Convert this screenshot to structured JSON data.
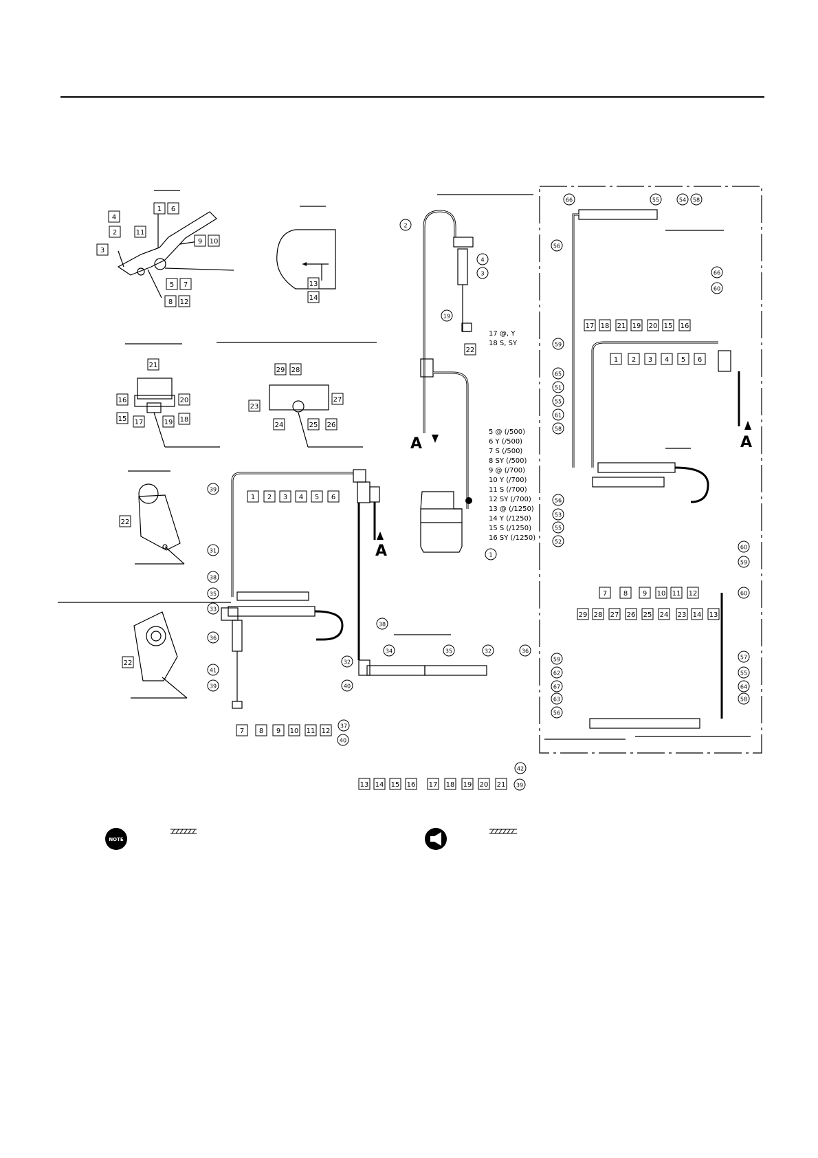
{
  "colors": {
    "ink": "#000000",
    "paper": "#ffffff"
  },
  "labels": {
    "arrow_a": "A",
    "table": [
      "17 @, Y",
      "18 S, SY",
      "5 @ (/500)",
      "6 Y (/500)",
      "7 S (/500)",
      "8 SY (/500)",
      "9 @ (/700)",
      "10 Y (/700)",
      "11 S (/700)",
      "12 SY (/700)",
      "13 @ (/1250)",
      "14 Y (/1250)",
      "15 S (/1250)",
      "16 SY (/1250)"
    ]
  },
  "legend": {
    "note_badge": "NOTE",
    "note_icon": "note-icon",
    "caution_icon": "horn-icon"
  },
  "boxed_numbers": {
    "detail_a": [
      "1",
      "6",
      "4",
      "2",
      "11",
      "9",
      "10",
      "3",
      "5",
      "7",
      "8",
      "12"
    ],
    "detail_b": [
      "13",
      "14"
    ],
    "detail_c": [
      "21",
      "16",
      "20",
      "15",
      "17",
      "19",
      "18"
    ],
    "detail_d": [
      "29",
      "28",
      "23",
      "27",
      "24",
      "25",
      "26"
    ],
    "detail_e": [
      "22"
    ],
    "detail_f": [
      "22"
    ],
    "main_left_top": [
      "1",
      "2",
      "3",
      "4",
      "5",
      "6"
    ],
    "main_left_bottom": [
      "7",
      "8",
      "9",
      "10",
      "11",
      "12"
    ],
    "main_mid_bottom": [
      "13",
      "14",
      "15",
      "16",
      "17",
      "18",
      "19",
      "20",
      "21"
    ],
    "right_top_row": [
      "17",
      "18",
      "21",
      "19",
      "20",
      "15",
      "16"
    ],
    "right_mid_row": [
      "1",
      "2",
      "3",
      "4",
      "5",
      "6"
    ],
    "right_low_row": [
      "7",
      "8",
      "9",
      "10",
      "11",
      "12"
    ],
    "right_bottom_row": [
      "29",
      "28",
      "27",
      "26",
      "25",
      "24",
      "23",
      "14",
      "13"
    ],
    "pump_branch": [
      "22"
    ]
  },
  "circled_numbers": {
    "pump": [
      "2",
      "4",
      "3",
      "19",
      "1"
    ],
    "left_main": [
      "39",
      "31",
      "38",
      "35",
      "33",
      "36",
      "41",
      "39",
      "32",
      "40"
    ],
    "mid_main": [
      "38",
      "34",
      "35",
      "32",
      "36",
      "37",
      "40",
      "42",
      "39"
    ],
    "right_panel": [
      "66",
      "55",
      "54",
      "58",
      "56",
      "66",
      "60",
      "59",
      "65",
      "51",
      "55",
      "61",
      "58",
      "56",
      "53",
      "55",
      "52",
      "60",
      "59",
      "60",
      "59",
      "62",
      "67",
      "63",
      "56",
      "57",
      "55",
      "64",
      "58"
    ]
  }
}
